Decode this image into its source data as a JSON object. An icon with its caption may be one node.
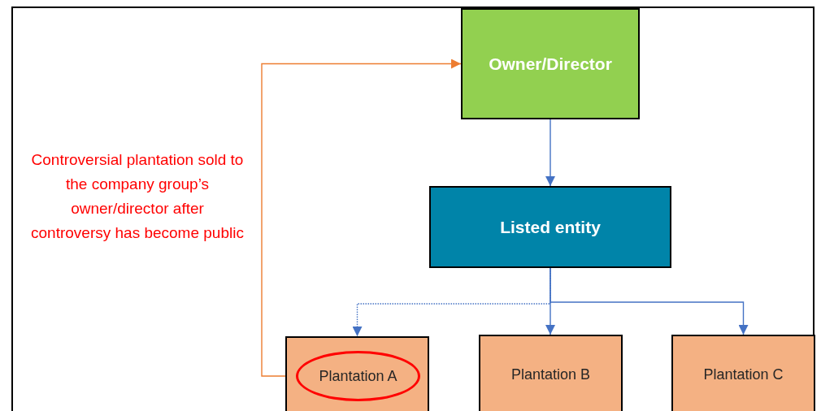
{
  "diagram": {
    "nodes": [
      {
        "text": [
          "Owner/Director"
        ]
      },
      {
        "text": [
          "Listed entity"
        ]
      },
      {
        "text": [],
        "shape": "box"
      },
      {
        "text": [
          "Plantation A"
        ],
        "in": 2
      },
      {
        "text": [
          "Plantation B"
        ]
      },
      {
        "text": [
          "Plantation C"
        ]
      }
    ],
    "edges": [
      {
        "from": 0,
        "to": 1,
        "arrow": "to"
      },
      {
        "from": 1,
        "to": 2,
        "arrow": "to",
        "style": "dashed"
      },
      {
        "from": 1,
        "to": 4,
        "arrow": "to"
      },
      {
        "from": 1,
        "to": 5,
        "arrow": "to"
      },
      {
        "from": 3,
        "to": 0,
        "arrow": "to",
        "color": "#ed7d31"
      }
    ],
    "labels": [
      "Controversial plantation sold to the company group’s owner/director after controversy has become public"
    ]
  }
}
